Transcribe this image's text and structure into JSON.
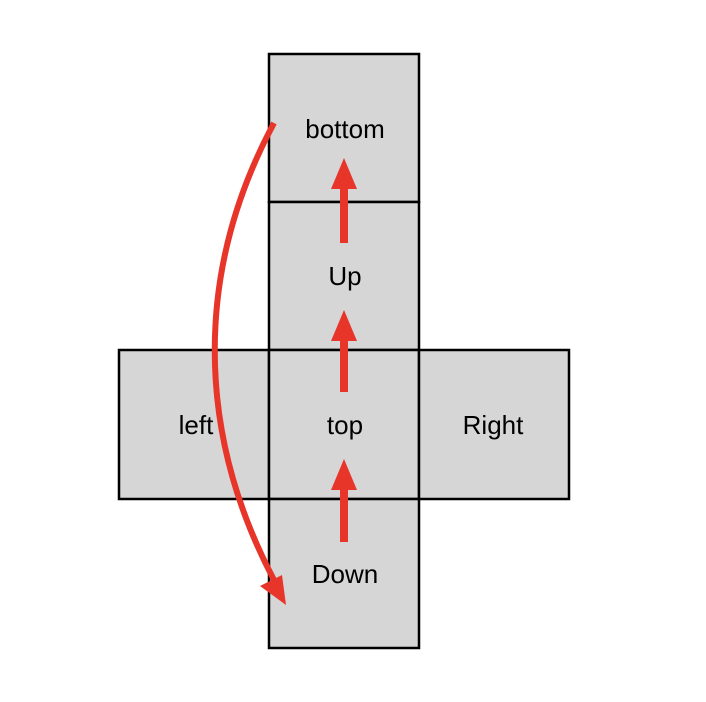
{
  "faces": {
    "bottom": "bottom",
    "up": "Up",
    "left": "left",
    "top": "top",
    "right": "Right",
    "down": "Down"
  },
  "colors": {
    "face_fill": "#d6d6d6",
    "face_stroke": "#000000",
    "arrow": "#e8352a"
  }
}
